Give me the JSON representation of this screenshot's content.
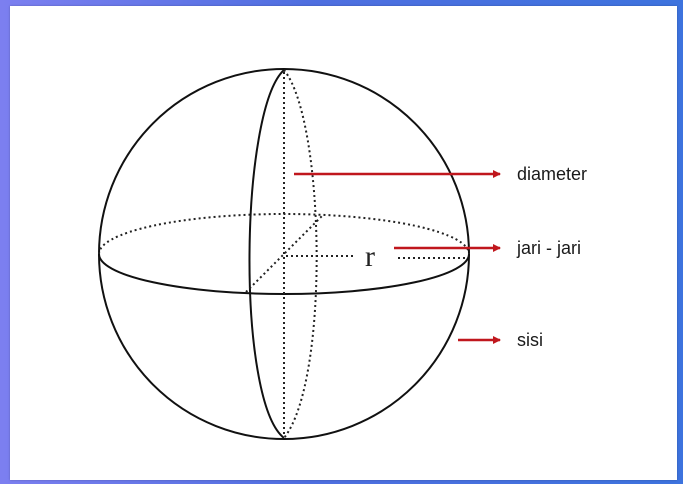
{
  "labels": {
    "diameter": "diameter",
    "radius": "jari - jari",
    "side": "sisi",
    "r_symbol": "r"
  },
  "colors": {
    "arrow": "#c0171d",
    "outline": "#111111",
    "background_left": "#7c7ff0",
    "background_right": "#3d73de"
  }
}
